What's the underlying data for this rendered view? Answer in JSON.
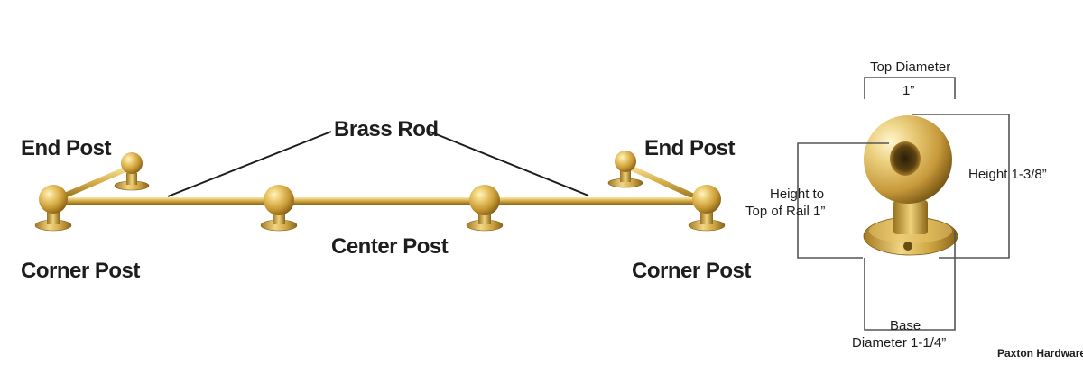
{
  "labels": {
    "brass_rod": "Brass Rod",
    "end_post_left": "End Post",
    "end_post_right": "End Post",
    "corner_post_left": "Corner Post",
    "corner_post_right": "Corner Post",
    "center_post": "Center Post"
  },
  "dimensions": {
    "top_diameter_label": "Top Diameter",
    "top_diameter_value": "1”",
    "height_to_rail_line1": "Height to",
    "height_to_rail_line2": "Top of Rail 1”",
    "height_total": "Height 1-3/8”",
    "base_line1": "Base",
    "base_line2": "Diameter 1-1/4”"
  },
  "brand": "Paxton Hardware",
  "colors": {
    "brass_light": "#f4dc86",
    "brass_mid": "#d4ab45",
    "brass_dark": "#8f6a1a",
    "text": "#1d1d1d",
    "dimension_line": "#555555"
  }
}
